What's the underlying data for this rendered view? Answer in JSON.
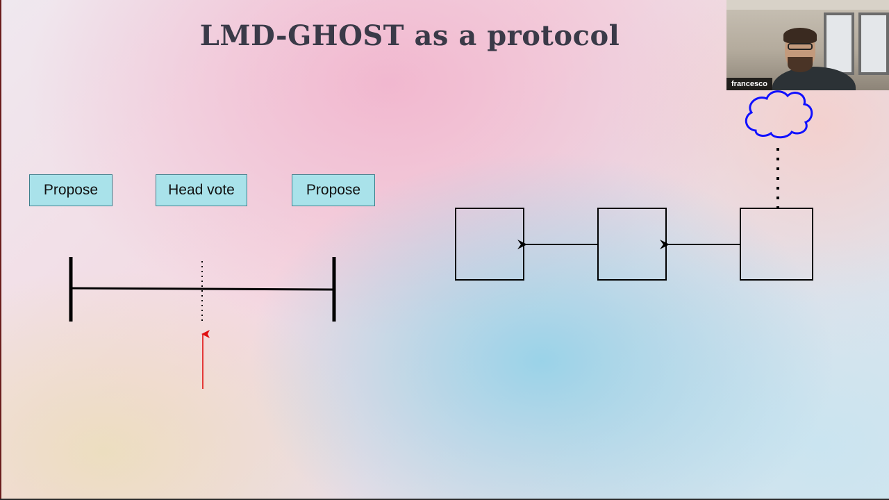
{
  "slide": {
    "title": "LMD-GHOST as a protocol"
  },
  "timeline": {
    "phases": [
      {
        "label": "Propose"
      },
      {
        "label": "Head vote"
      },
      {
        "label": "Propose"
      }
    ]
  },
  "video": {
    "participant_name": "francesco"
  },
  "colors": {
    "phase_box_fill": "#a9e2ea",
    "phase_box_border": "#3d7f8c",
    "arrow_red": "#e01010",
    "cloud_blue": "#1010ff",
    "title_text": "#3a3a48"
  },
  "icons": {
    "cloud": "cloud-icon",
    "up_arrow": "red-up-arrow-icon"
  }
}
